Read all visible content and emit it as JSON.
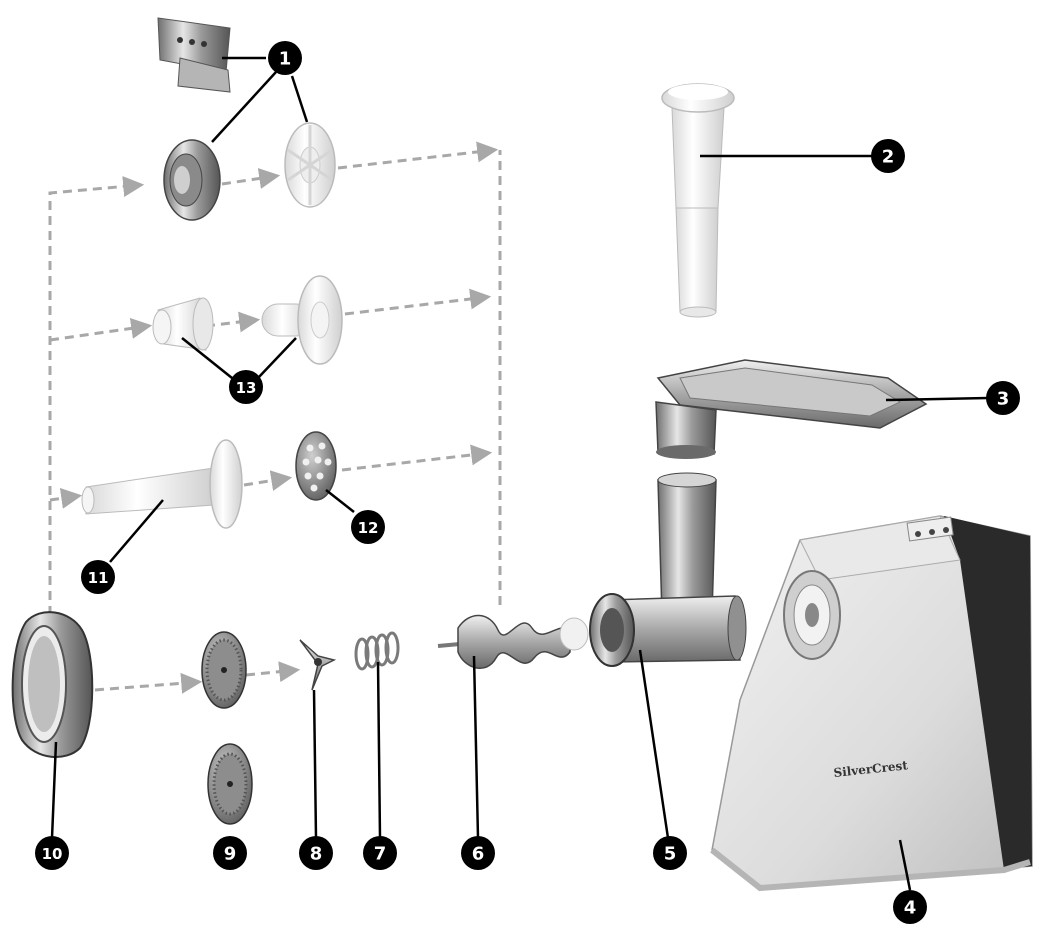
{
  "diagram": {
    "brand_label": "SilverCrest",
    "parts": [
      {
        "number": "1"
      },
      {
        "number": "2"
      },
      {
        "number": "3"
      },
      {
        "number": "4"
      },
      {
        "number": "5"
      },
      {
        "number": "6"
      },
      {
        "number": "7"
      },
      {
        "number": "8"
      },
      {
        "number": "9"
      },
      {
        "number": "10"
      },
      {
        "number": "11"
      },
      {
        "number": "12"
      },
      {
        "number": "13"
      }
    ]
  }
}
